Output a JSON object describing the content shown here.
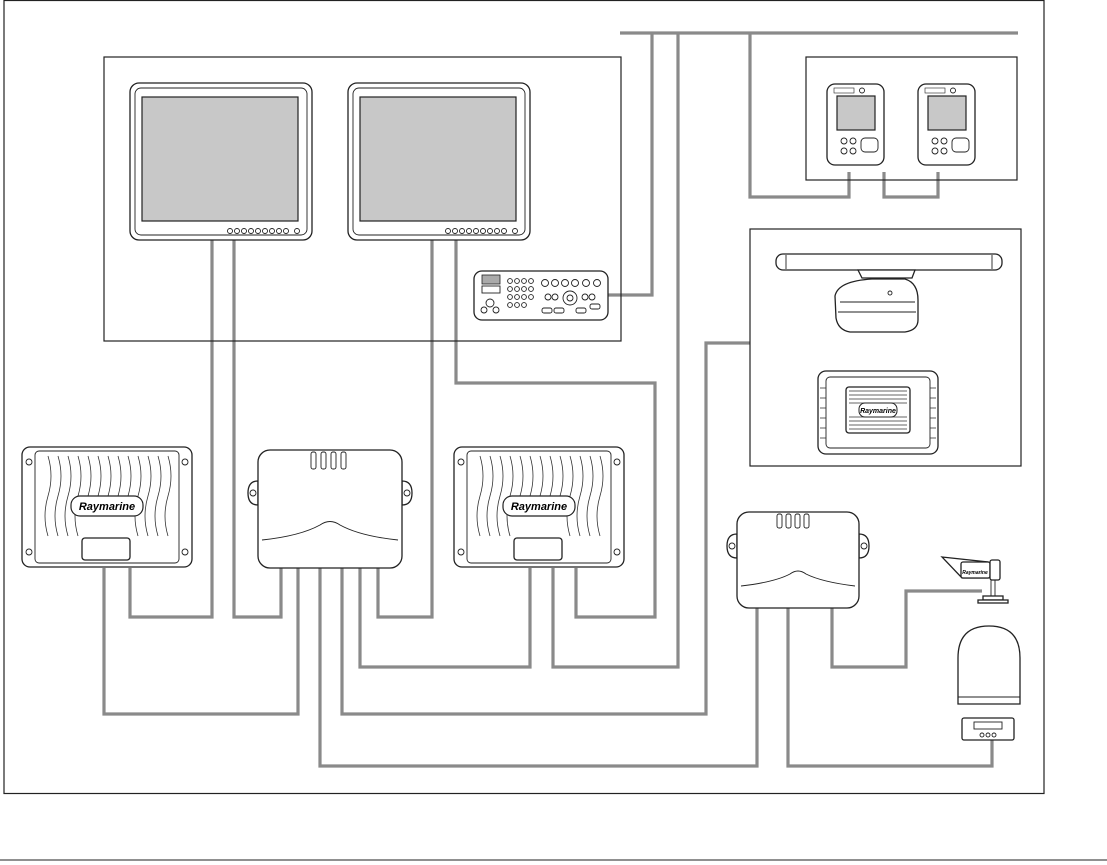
{
  "brand": {
    "name": "Raymarine",
    "processor_logo": "Raymarine",
    "radar_logo": "Raymarine",
    "camera_logo": "Raymarine"
  },
  "colors": {
    "line": "#222222",
    "cable": "#8a8a8a",
    "screen": "#c8c8c8",
    "background": "#ffffff"
  },
  "icons": [
    "display-icon",
    "keypad-icon",
    "instrument-icon",
    "radar-antenna-icon",
    "radar-module-icon",
    "processor-icon",
    "hub-icon",
    "camera-icon",
    "satellite-dome-icon"
  ]
}
